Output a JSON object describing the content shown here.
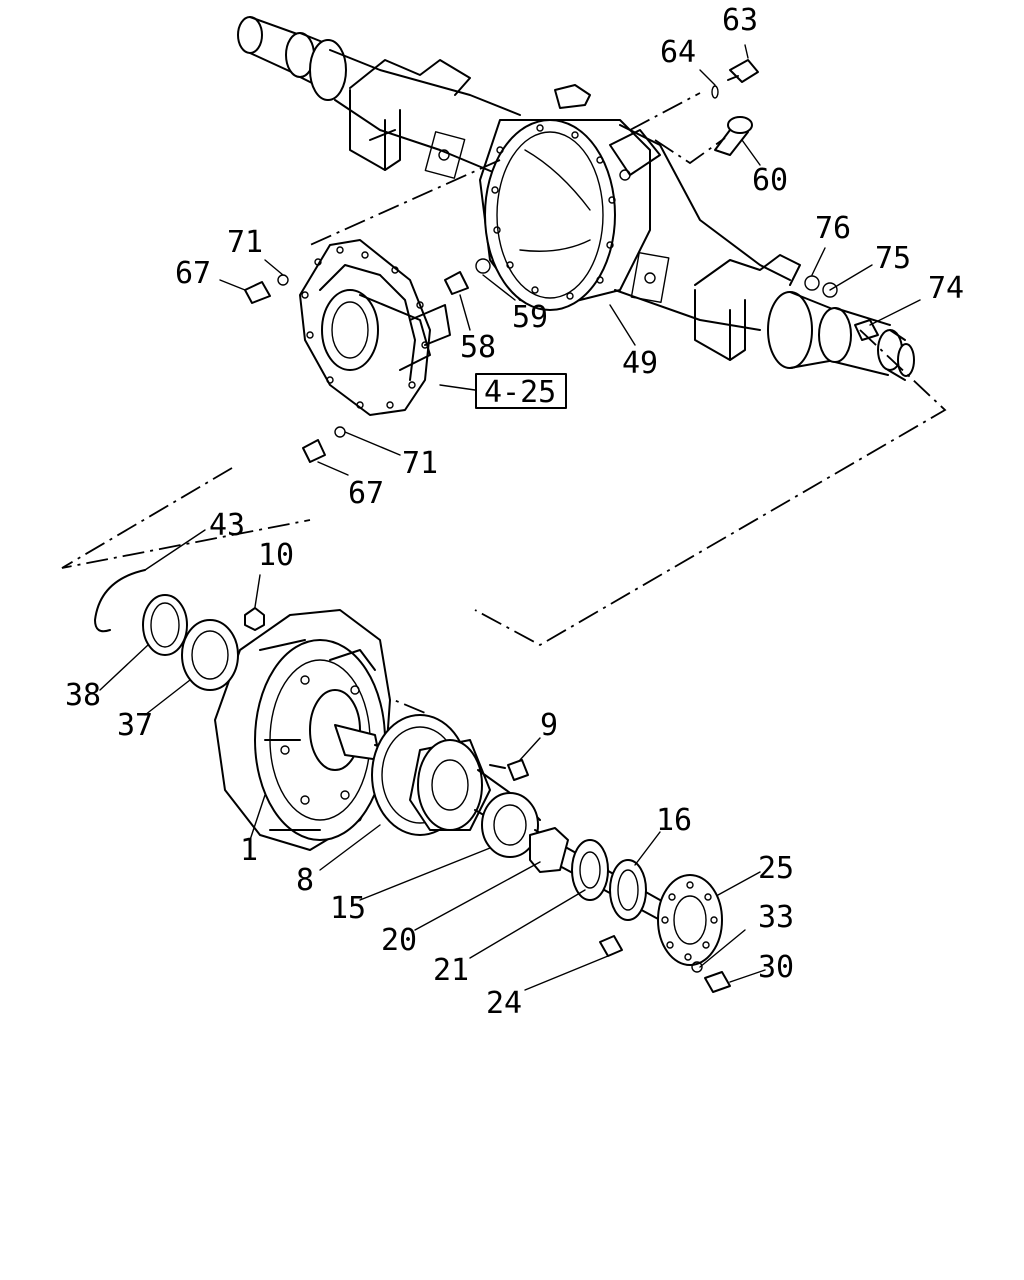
{
  "callouts": [
    {
      "id": "63",
      "text": "63"
    },
    {
      "id": "64",
      "text": "64"
    },
    {
      "id": "60",
      "text": "60"
    },
    {
      "id": "71a",
      "text": "71"
    },
    {
      "id": "67a",
      "text": "67"
    },
    {
      "id": "76",
      "text": "76"
    },
    {
      "id": "75",
      "text": "75"
    },
    {
      "id": "74",
      "text": "74"
    },
    {
      "id": "59",
      "text": "59"
    },
    {
      "id": "58",
      "text": "58"
    },
    {
      "id": "49",
      "text": "49"
    },
    {
      "id": "ref",
      "text": "4-25"
    },
    {
      "id": "71b",
      "text": "71"
    },
    {
      "id": "67b",
      "text": "67"
    },
    {
      "id": "43",
      "text": "43"
    },
    {
      "id": "10",
      "text": "10"
    },
    {
      "id": "38",
      "text": "38"
    },
    {
      "id": "37",
      "text": "37"
    },
    {
      "id": "9",
      "text": "9"
    },
    {
      "id": "1",
      "text": "1"
    },
    {
      "id": "16",
      "text": "16"
    },
    {
      "id": "8",
      "text": "8"
    },
    {
      "id": "25",
      "text": "25"
    },
    {
      "id": "15",
      "text": "15"
    },
    {
      "id": "33",
      "text": "33"
    },
    {
      "id": "20",
      "text": "20"
    },
    {
      "id": "30",
      "text": "30"
    },
    {
      "id": "21",
      "text": "21"
    },
    {
      "id": "24",
      "text": "24"
    }
  ]
}
